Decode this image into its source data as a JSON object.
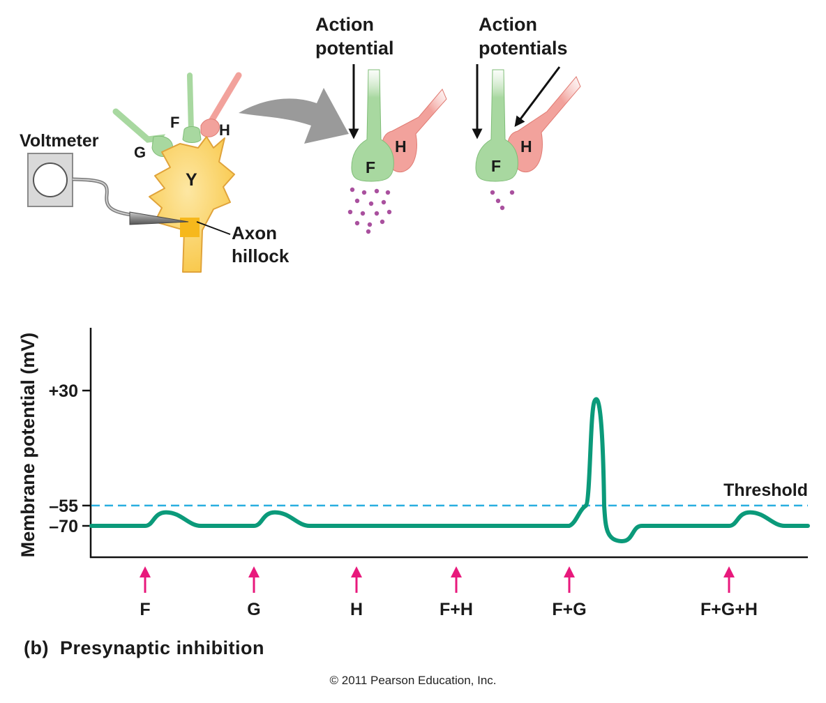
{
  "top_panel": {
    "voltmeter_label": "Voltmeter",
    "neuron_label": "Y",
    "synapse_labels": {
      "f": "F",
      "g": "G",
      "h": "H"
    },
    "axon_hillock_label_line1": "Axon",
    "axon_hillock_label_line2": "hillock",
    "panel2": {
      "header_line1": "Action",
      "header_line2": "potential",
      "f_label": "F",
      "h_label": "H"
    },
    "panel3": {
      "header_line1": "Action",
      "header_line2": "potentials",
      "f_label": "F",
      "h_label": "H"
    }
  },
  "chart_data": {
    "type": "line",
    "ylabel": "Membrane potential (mV)",
    "ytick_labels": [
      "+30",
      "–55",
      "–70"
    ],
    "yticks": [
      30,
      -55,
      -70
    ],
    "threshold": {
      "value": -55,
      "label": "Threshold"
    },
    "resting_potential": -70,
    "stimuli": [
      {
        "label": "F",
        "peak_mV": -60
      },
      {
        "label": "G",
        "peak_mV": -60
      },
      {
        "label": "H",
        "peak_mV": -70
      },
      {
        "label": "F+H",
        "peak_mV": -70
      },
      {
        "label": "F+G",
        "peak_mV": 25,
        "action_potential": true
      },
      {
        "label": "F+G+H",
        "peak_mV": -60
      }
    ],
    "colors": {
      "trace": "#0b9a7a",
      "threshold": "#29aee0",
      "stimulus_arrow": "#e8197c",
      "axis": "#111111"
    }
  },
  "caption": {
    "letter": "(b)",
    "text": "Presynaptic inhibition"
  },
  "copyright": "© 2011 Pearson Education, Inc.",
  "colors": {
    "presynaptic_f": "#a8d8a0",
    "presynaptic_h": "#f2a29c",
    "neuron_y": "#f8c541",
    "vesicles": "#a9509e"
  }
}
